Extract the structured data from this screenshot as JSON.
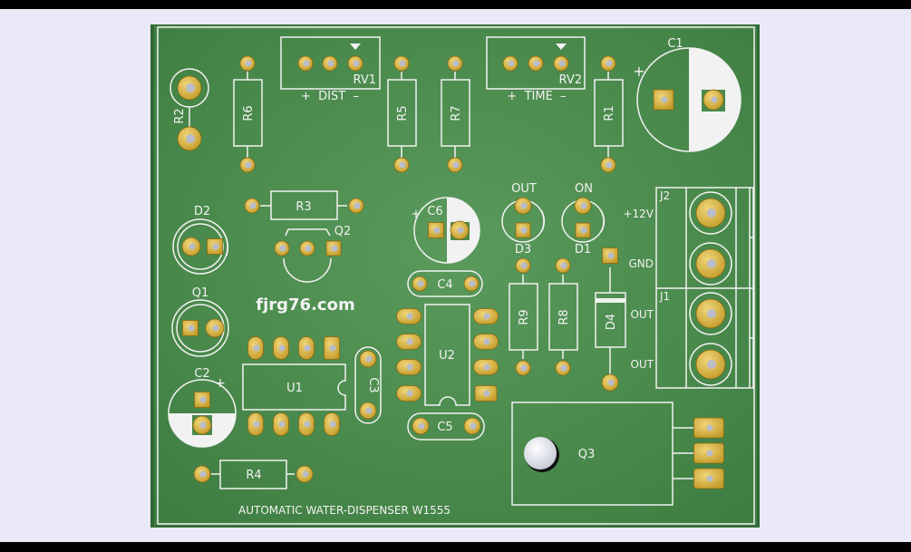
{
  "viewer": {
    "background_color": "#e9e9f7",
    "board_color": "#4a8a4c",
    "silkscreen_color": "#f2f2f2",
    "copper_color": "#d4b24a"
  },
  "board": {
    "title_text": "AUTOMATIC WATER-DISPENSER W1555",
    "logo_text": "fjrg76.com"
  },
  "components": {
    "R1": "R1",
    "R2": "R2",
    "R3": "R3",
    "R4": "R4",
    "R5": "R5",
    "R6": "R6",
    "R7": "R7",
    "R8": "R8",
    "R9": "R9",
    "RV1": "RV1",
    "RV2": "RV2",
    "C1": "C1",
    "C2": "C2",
    "C3": "C3",
    "C4": "C4",
    "C5": "C5",
    "C6": "C6",
    "D1": "D1",
    "D2": "D2",
    "D3": "D3",
    "D4": "D4",
    "Q1": "Q1",
    "Q2": "Q2",
    "Q3": "Q3",
    "U1": "U1",
    "U2": "U2",
    "J1": "J1",
    "J2": "J2"
  },
  "labels": {
    "dist": "+  DIST  –",
    "time": "+  TIME  –",
    "led_out": "OUT",
    "led_on": "ON",
    "plus12v": "+12V",
    "gnd": "GND",
    "out1": "OUT",
    "out2": "OUT",
    "plus": "+"
  }
}
